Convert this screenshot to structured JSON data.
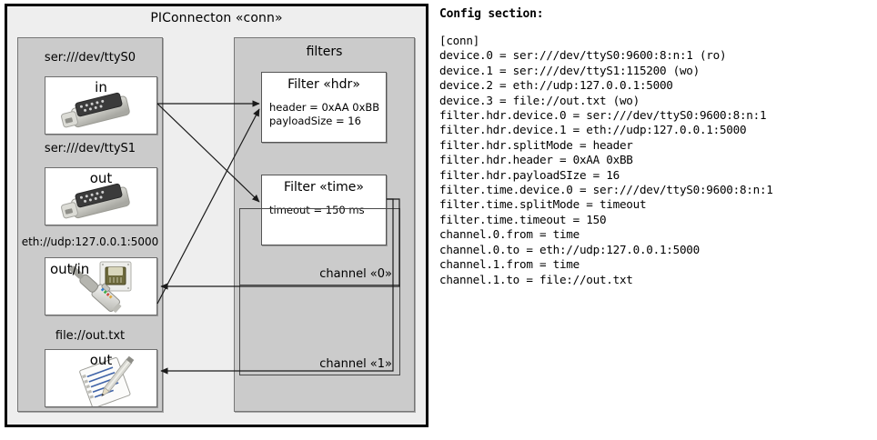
{
  "diagram": {
    "title": "PIConnecton «conn»",
    "devices_panel": {
      "name": "devices-panel",
      "items": [
        {
          "label": "ser:///dev/ttyS0",
          "io": "in",
          "icon": "serial-port-icon",
          "io_align": "center"
        },
        {
          "label": "ser:///dev/ttyS1",
          "io": "out",
          "icon": "serial-port-icon",
          "io_align": "center"
        },
        {
          "label": "eth://udp:127.0.0.1:5000",
          "io": "out/in",
          "icon": "ethernet-jack-icon",
          "io_align": "left"
        },
        {
          "label": "file://out.txt",
          "io": "out",
          "icon": "text-file-icon",
          "io_align": "center"
        }
      ]
    },
    "filters_panel": {
      "title": "filters",
      "filters": [
        {
          "title": "Filter «hdr»",
          "attrs": [
            "header = 0xAA 0xBB",
            "payloadSize = 16"
          ]
        },
        {
          "title": "Filter «time»",
          "attrs": [
            "timeout = 150 ms"
          ]
        }
      ],
      "channels": [
        {
          "label": "channel «0»"
        },
        {
          "label": "channel «1»"
        }
      ]
    }
  },
  "config": {
    "heading": "Config section:",
    "lines": [
      "[conn]",
      "device.0 = ser:///dev/ttyS0:9600:8:n:1 (ro)",
      "device.1 = ser:///dev/ttyS1:115200 (wo)",
      "device.2 = eth://udp:127.0.0.1:5000",
      "device.3 = file://out.txt (wo)",
      "filter.hdr.device.0 = ser:///dev/ttyS0:9600:8:n:1",
      "filter.hdr.device.1 = eth://udp:127.0.0.1:5000",
      "filter.hdr.splitMode = header",
      "filter.hdr.header = 0xAA 0xBB",
      "filter.hdr.payloadSIze = 16",
      "filter.time.device.0 = ser:///dev/ttyS0:9600:8:n:1",
      "filter.time.splitMode = timeout",
      "filter.time.timeout = 150",
      "channel.0.from = time",
      "channel.0.to = eth://udp:127.0.0.1:5000",
      "channel.1.from = time",
      "channel.1.to = file://out.txt"
    ]
  },
  "colors": {
    "outer_frame_border": "#000000",
    "outer_frame_fill": "#eeeeee",
    "panel_fill": "#cbcbcb",
    "panel_border": "#767676",
    "box_fill": "#ffffff",
    "box_border": "#6e6e6e",
    "arrow": "#1a1a1a"
  }
}
